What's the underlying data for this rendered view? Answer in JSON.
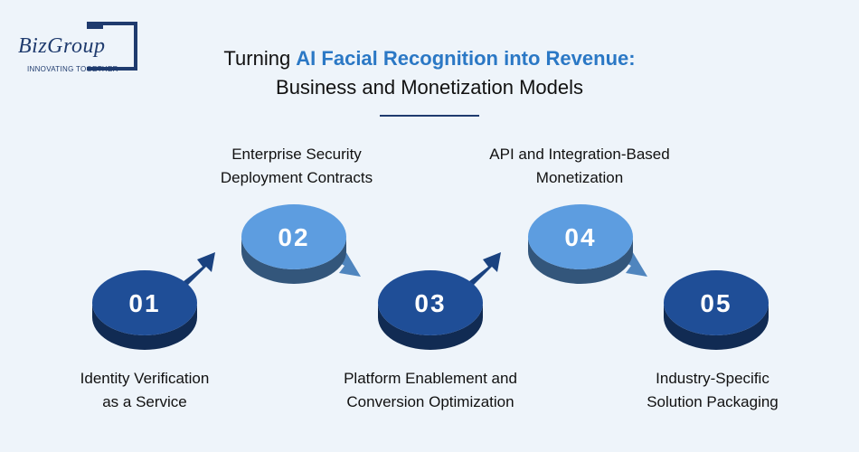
{
  "logo": {
    "name": "BizGroup",
    "tagline": "INNOVATING TOGETHER"
  },
  "title": {
    "line1_prefix": "Turning ",
    "line1_highlight": "AI Facial Recognition into Revenue:",
    "line2": "Business and Monetization Models"
  },
  "colors": {
    "dark_blue": "#1f4e97",
    "light_blue": "#5d9de0",
    "highlight": "#2b78c5",
    "background": "#eef4fa"
  },
  "steps": [
    {
      "number": "01",
      "line1": "Identity Verification",
      "line2": "as a Service",
      "tone": "dark",
      "arrow": "up-right"
    },
    {
      "number": "02",
      "line1": "Enterprise Security",
      "line2": "Deployment Contracts",
      "tone": "light",
      "arrow": "down-right"
    },
    {
      "number": "03",
      "line1": "Platform Enablement and",
      "line2": "Conversion Optimization",
      "tone": "dark",
      "arrow": "up-right"
    },
    {
      "number": "04",
      "line1": "API and Integration-Based",
      "line2": "Monetization",
      "tone": "light",
      "arrow": "down-right"
    },
    {
      "number": "05",
      "line1": "Industry-Specific",
      "line2": "Solution Packaging",
      "tone": "dark",
      "arrow": "none"
    }
  ]
}
